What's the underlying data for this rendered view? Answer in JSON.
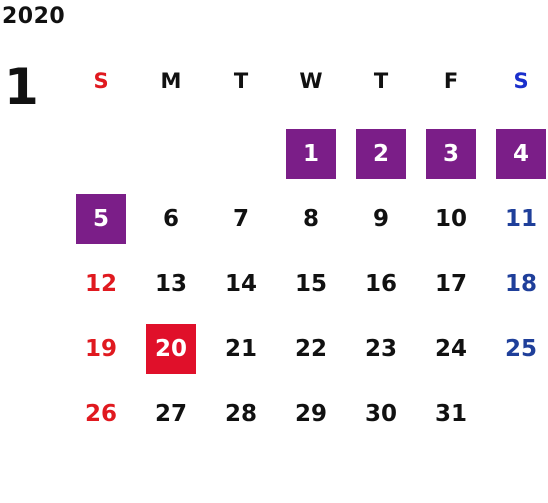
{
  "year": "2020",
  "month": "1",
  "weekdays": [
    "S",
    "M",
    "T",
    "W",
    "T",
    "F",
    "S"
  ],
  "weeks": [
    [
      "",
      "",
      "",
      "1",
      "2",
      "3",
      "4"
    ],
    [
      "5",
      "6",
      "7",
      "8",
      "9",
      "10",
      "11"
    ],
    [
      "12",
      "13",
      "14",
      "15",
      "16",
      "17",
      "18"
    ],
    [
      "19",
      "20",
      "21",
      "22",
      "23",
      "24",
      "25"
    ],
    [
      "26",
      "27",
      "28",
      "29",
      "30",
      "31",
      ""
    ]
  ],
  "highlighted_days": [
    "1",
    "2",
    "3",
    "4",
    "5"
  ],
  "today": "20",
  "colors": {
    "sunday": "#e0191f",
    "saturday": "#1f3f9a",
    "highlight": "#7b1e88",
    "today": "#e0102a"
  }
}
